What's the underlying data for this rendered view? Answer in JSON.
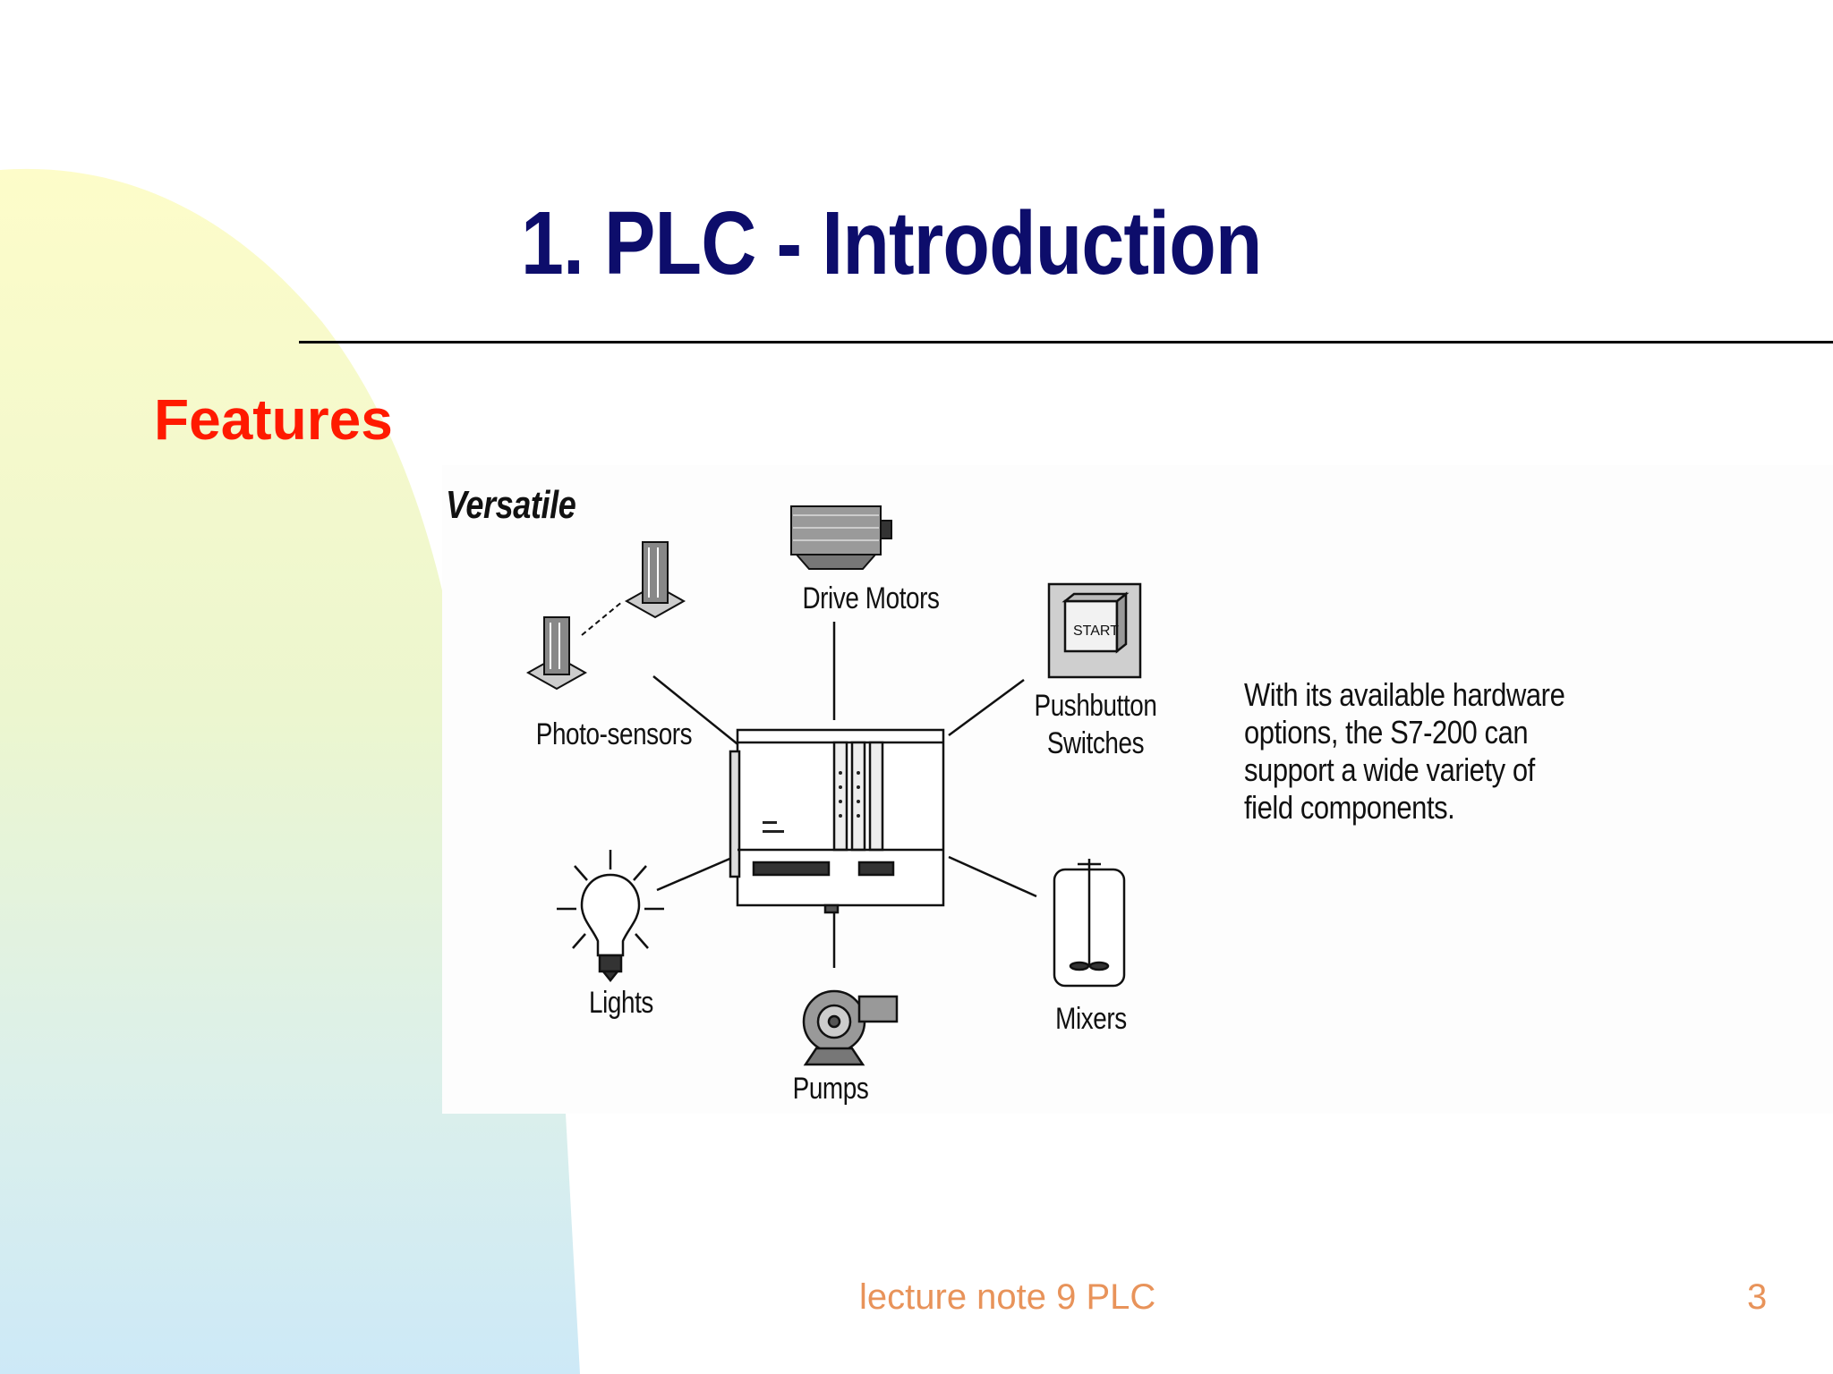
{
  "slide": {
    "title": "1. PLC - Introduction",
    "section_heading": "Features",
    "footer": "lecture note 9 PLC",
    "page_number": "3",
    "colors": {
      "title": "#0d0d6b",
      "section_heading": "#ff1a00",
      "footer": "#e8935a",
      "rule": "#000000"
    }
  },
  "figure": {
    "heading": "Versatile",
    "labels": {
      "drive_motors": "Drive Motors",
      "photo_sensors": "Photo-sensors",
      "pushbutton_line1": "Pushbutton",
      "pushbutton_line2": "Switches",
      "lights": "Lights",
      "pumps": "Pumps",
      "mixers": "Mixers",
      "start_button": "START"
    },
    "caption": "With its available hardware options, the S7-200 can support a wide variety of field components."
  }
}
